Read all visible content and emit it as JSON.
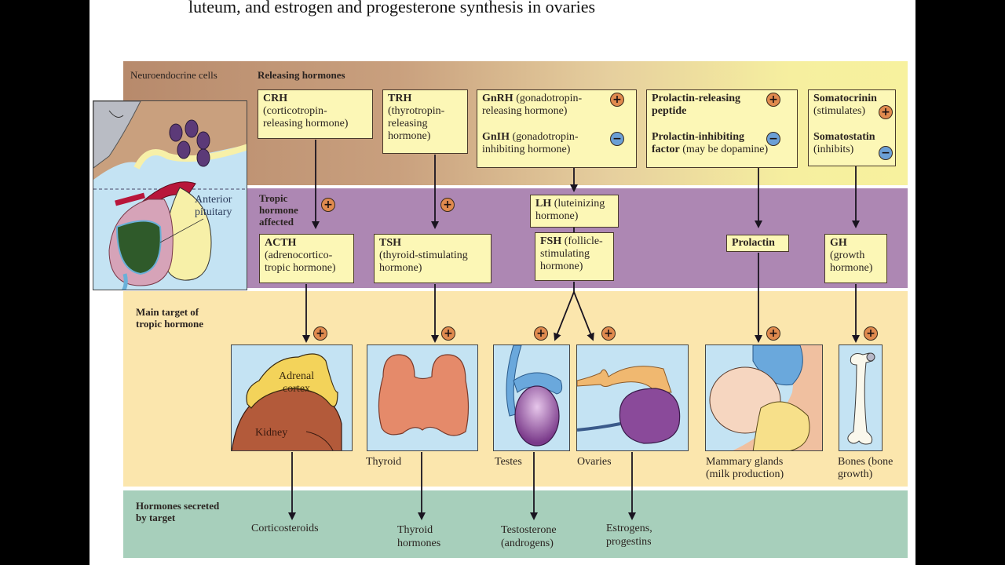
{
  "heading": "luteum, and estrogen and progesterone synthesis in ovaries",
  "sections": {
    "neuroendocrine": "Neuroendocrine cells",
    "releasing": "Releasing hormones",
    "tropic_1": "Tropic",
    "tropic_2": "hormone",
    "tropic_3": "affected",
    "target_1": "Main target of",
    "target_2": "tropic hormone",
    "secreted_1": "Hormones secreted",
    "secreted_2": "by target"
  },
  "pituitary_label_1": "Anterior",
  "pituitary_label_2": "pituitary",
  "releasing_hormones": {
    "crh": {
      "abbr": "CRH",
      "desc_1": "(corticotropin-",
      "desc_2": "releasing hormone)"
    },
    "trh": {
      "abbr": "TRH",
      "desc_1": "(thyrotropin-",
      "desc_2": "releasing",
      "desc_3": "hormone)"
    },
    "gnrh": {
      "abbr": "GnRH",
      "desc_1": " (gonadotropin-",
      "desc_2": "releasing hormone)",
      "effect": "+"
    },
    "gnih": {
      "abbr": "GnIH",
      "desc_1": " (gonadotropin-",
      "desc_2": "inhibiting hormone)",
      "effect": "−"
    },
    "prp": {
      "abbr_1": "Prolactin-releasing",
      "abbr_2": "peptide",
      "effect": "+"
    },
    "pif": {
      "abbr_1": "Prolactin-inhibiting",
      "abbr_2": "factor",
      "desc": " (may be dopamine)",
      "effect": "−"
    },
    "somatocrinin": {
      "abbr": "Somatocrinin",
      "desc": "(stimulates)",
      "effect": "+"
    },
    "somatostatin": {
      "abbr": "Somatostatin",
      "desc": "(inhibits)",
      "effect": "−"
    }
  },
  "tropic_hormones": {
    "acth": {
      "abbr": "ACTH",
      "desc_1": "(adrenocortico-",
      "desc_2": "tropic hormone)",
      "effect": "+"
    },
    "tsh": {
      "abbr": "TSH",
      "desc_1": "(thyroid-stimulating",
      "desc_2": "hormone)",
      "effect": "+"
    },
    "lh": {
      "abbr": "LH",
      "desc_1": " (luteinizing",
      "desc_2": "hormone)"
    },
    "fsh": {
      "abbr": "FSH",
      "desc_1": " (follicle-",
      "desc_2": "stimulating",
      "desc_3": "hormone)"
    },
    "prolactin": {
      "abbr": "Prolactin"
    },
    "gh": {
      "abbr": "GH",
      "desc_1": "(growth",
      "desc_2": "hormone)"
    }
  },
  "targets": {
    "adrenal": {
      "label_adrenal_1": "Adrenal",
      "label_adrenal_2": "cortex",
      "label_kidney": "Kidney",
      "effect": "+"
    },
    "thyroid": {
      "label": "Thyroid",
      "effect": "+"
    },
    "testes": {
      "label": "Testes",
      "effect": "+"
    },
    "ovaries": {
      "label": "Ovaries",
      "effect": "+"
    },
    "mammary": {
      "label_1": "Mammary glands",
      "label_2": "(milk production)",
      "effect": "+"
    },
    "bones": {
      "label_1": "Bones (bone",
      "label_2": "growth)",
      "effect": "+"
    }
  },
  "secreted": {
    "corticosteroids": "Corticosteroids",
    "thyroid_1": "Thyroid",
    "thyroid_2": "hormones",
    "testosterone_1": "Testosterone",
    "testosterone_2": "(androgens)",
    "estrogens_1": "Estrogens,",
    "estrogens_2": "progestins"
  },
  "colors": {
    "stimulate": "#e08a4e",
    "inhibit": "#6b9fd6",
    "tropic_band": "#ad87b3",
    "target_band": "#fbe6ad",
    "secreted_band": "#a7cfbb",
    "box_fill": "#fcf7b6"
  }
}
